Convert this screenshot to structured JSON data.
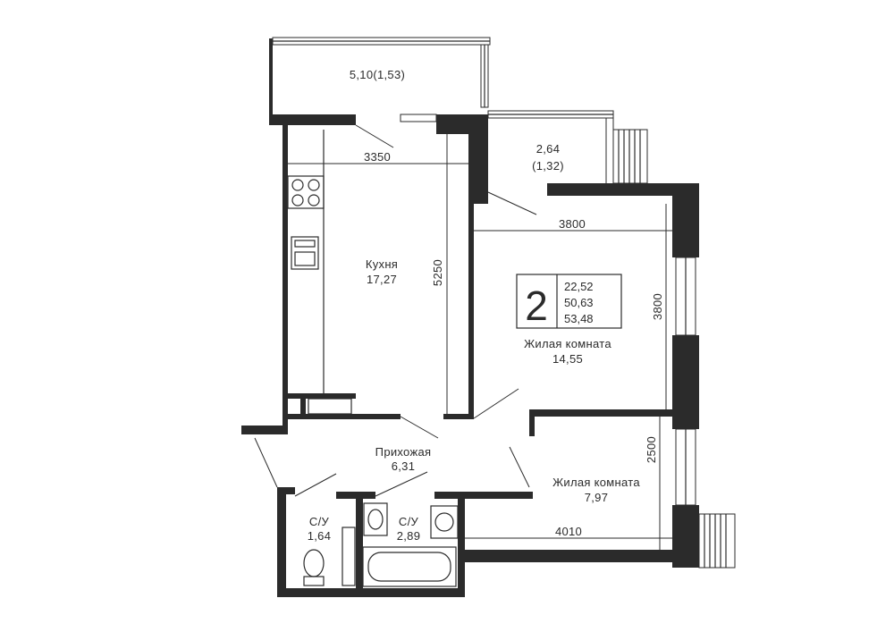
{
  "rooms": {
    "balcony_top": {
      "area": "5,10(1,53)"
    },
    "balcony_small": {
      "area": "2,64",
      "area_sub": "(1,32)"
    },
    "kitchen": {
      "name": "Кухня",
      "area": "17,27"
    },
    "living_1": {
      "name": "Жилая комната",
      "area": "14,55"
    },
    "living_2": {
      "name": "Жилая комната",
      "area": "7,97"
    },
    "hall": {
      "name": "Прихожая",
      "area": "6,31"
    },
    "wc_small": {
      "name": "С/У",
      "area": "1,64"
    },
    "wc_big": {
      "name": "С/У",
      "area": "2,89"
    }
  },
  "dimensions": {
    "kitchen_width": "3350",
    "kitchen_length": "5250",
    "living1_width": "3800",
    "living1_length": "3800",
    "living2_length": "2500",
    "living2_width": "4010"
  },
  "summary": {
    "rooms_count": "2",
    "living_area": "22,52",
    "total_area": "50,63",
    "area_with_balcony": "53,48"
  }
}
